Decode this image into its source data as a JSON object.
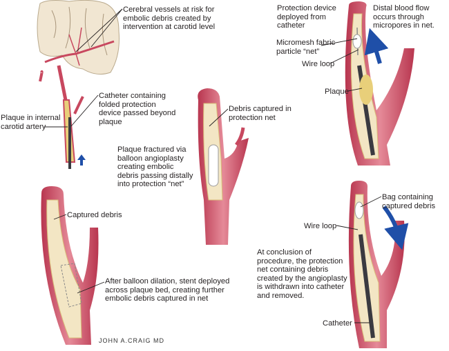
{
  "labels": {
    "cerebral": [
      "Cerebral vessels at risk for",
      "embolic debris created by",
      "intervention at carotid level"
    ],
    "catheter_folded": [
      "Catheter containing",
      "folded protection",
      "device passed beyond",
      "plaque"
    ],
    "plaque_internal": [
      "Plaque in internal",
      "carotid artery"
    ],
    "debris_captured": [
      "Debris captured in",
      "protection net"
    ],
    "plaque_fractured": [
      "Plaque fractured via",
      "balloon angioplasty",
      "creating embolic",
      "debris passing distally",
      "into protection “net”"
    ],
    "protection_deployed": [
      "Protection device",
      "deployed from",
      "catheter"
    ],
    "distal_flow": [
      "Distal blood flow",
      "occurs through",
      "micropores in net."
    ],
    "micromesh": [
      "Micromesh fabric",
      "particle “net”"
    ],
    "wire_loop_top": "Wire loop",
    "plaque": "Plaque",
    "captured_debris": "Captured debris",
    "stent": [
      "After balloon dilation, stent deployed",
      "across plaque bed, creating further",
      "embolic debris captured in net"
    ],
    "bag": [
      "Bag containing",
      "captured debris"
    ],
    "wire_loop_bottom": "Wire loop",
    "conclusion": [
      "At conclusion of",
      "procedure, the protection",
      "net containing debris",
      "created by the angioplasty",
      "is withdrawn into catheter",
      "and removed."
    ],
    "catheter": "Catheter"
  },
  "signature": "JOHN A.CRAIG MD",
  "colors": {
    "vessel": "#c8485f",
    "vessel_light": "#e27f8f",
    "plaque": "#e8cf7a",
    "lumen": "#f3e6c4",
    "arrow": "#1f4fa8",
    "catheter": "#3a3a40"
  }
}
